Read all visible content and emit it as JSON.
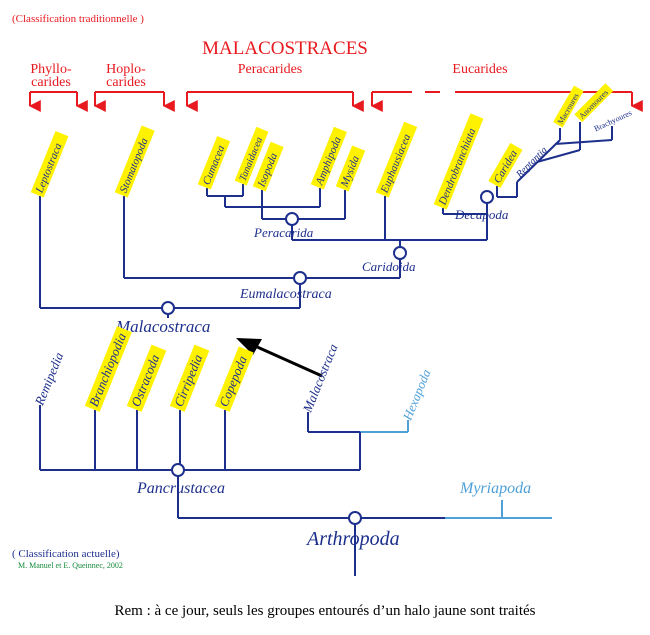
{
  "colors": {
    "red": "#e8191f",
    "navy": "#1d2f8c",
    "light_blue": "#4fa0d8",
    "highlight": "#fff200",
    "green": "#138a3a",
    "black": "#000000"
  },
  "header": {
    "trad_label": "(Classification traditionnelle )",
    "title": "MALACOSTRACES",
    "groups": {
      "phyllocarides_1": "Phyllo-",
      "phyllocarides_2": "carides",
      "hoplocarides_1": "Hoplo-",
      "hoplocarides_2": "carides",
      "peracarides": "Peracarides",
      "eucarides": "Eucarides"
    }
  },
  "malacostraca_tree": {
    "taxa": {
      "leptostraca": "Leptostraca",
      "stomatopoda": "Stomatopoda",
      "cumacea": "Cumacea",
      "tanaidacea": "Tanaidacea",
      "isopoda": "Isopoda",
      "amphipoda": "Amphipoda",
      "mysida": "Mysida",
      "euphausiacea": "Euphausiacea",
      "dendrobranchiata": "Dendrobranchiata",
      "caridea": "Caridea",
      "reptantia": "Reptantia",
      "macroures": "Macroures",
      "anomoures": "Anomoures",
      "brachyoures": "Brachyoures"
    },
    "clades": {
      "peracarida": "Peracarida",
      "decapoda": "Decapoda",
      "caridoida": "Caridoida",
      "eumalacostraca": "Eumalacostraca",
      "malacostraca": "Malacostraca"
    }
  },
  "arthropod_tree": {
    "taxa": {
      "remipedia": "Remipedia",
      "branchiopodia": "Branchiopodia",
      "ostracoda": "Ostracoda",
      "cirripedia": "Cirripedia",
      "copepoda": "Copepoda",
      "malacostraca": "Malacostraca",
      "hexapoda": "Hexapoda"
    },
    "clades": {
      "pancrustacea": "Pancrustacea",
      "myriapoda": "Myriapoda",
      "arthropoda": "Arthropoda"
    }
  },
  "footer": {
    "actual_label": "( Classification actuelle)",
    "credit": "M. Manuel et E. Queinnec, 2002",
    "remark": "Rem : à ce jour, seuls les groupes entourés d’un halo jaune sont traités"
  }
}
